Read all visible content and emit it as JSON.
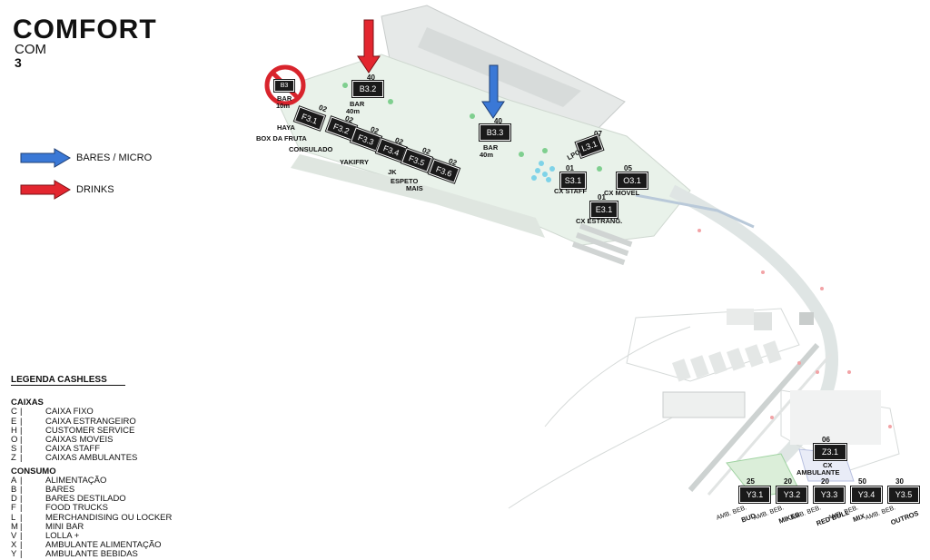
{
  "header": {
    "title": "COMFORT",
    "line1": "COM",
    "line2": "3"
  },
  "legend_arrows": [
    {
      "label": "BARES /  MICRO",
      "color": "#3a78d6"
    },
    {
      "label": "DRINKS",
      "color": "#e3262f"
    }
  ],
  "legend": {
    "title": "LEGENDA CASHLESS",
    "caixas_title": "CAIXAS",
    "caixas": [
      {
        "code": "C",
        "text": "CAIXA FIXO"
      },
      {
        "code": "E",
        "text": "CAIXA ESTRANGEIRO"
      },
      {
        "code": "H",
        "text": "CUSTOMER SERVICE"
      },
      {
        "code": "O",
        "text": "CAIXAS MOVEIS"
      },
      {
        "code": "S",
        "text": "CAIXA STAFF"
      },
      {
        "code": "Z",
        "text": "CAIXAS AMBULANTES"
      }
    ],
    "consumo_title": "CONSUMO",
    "consumo": [
      {
        "code": "A",
        "text": "ALIMENTAÇÃO"
      },
      {
        "code": "B",
        "text": "BARES"
      },
      {
        "code": "D",
        "text": "BARES DESTILADO"
      },
      {
        "code": "F",
        "text": "FOOD TRUCKS"
      },
      {
        "code": "L",
        "text": "MERCHANDISING OU LOCKER"
      },
      {
        "code": "M",
        "text": "MINI BAR"
      },
      {
        "code": "V",
        "text": "LOLLA +"
      },
      {
        "code": "X",
        "text": "AMBULANTE ALIMENTAÇÃO"
      },
      {
        "code": "Y",
        "text": "AMBULANTE BEBIDAS"
      }
    ]
  },
  "map": {
    "crossed_bar": {
      "code": "B3",
      "label1": "BAR",
      "label2": "10m"
    },
    "bars": [
      {
        "code": "B3.2",
        "count": "40",
        "label1": "BAR",
        "label2": "40m"
      },
      {
        "code": "B3.3",
        "count": "40",
        "label1": "BAR",
        "label2": "40m"
      }
    ],
    "food": [
      {
        "code": "F3.1",
        "count": "02",
        "label": "HAYA"
      },
      {
        "code": "F3.2",
        "count": "02",
        "label": "BOX DA FRUTA"
      },
      {
        "code": "F3.3",
        "count": "02",
        "label": "CONSULADO"
      },
      {
        "code": "F3.4",
        "count": "02",
        "label": "YAKIFRY"
      },
      {
        "code": "F3.5",
        "count": "02",
        "label": "JK"
      },
      {
        "code": "F3.6",
        "count": "02",
        "label": "ESPETO"
      },
      {
        "label": "MAIS"
      }
    ],
    "misc": [
      {
        "code": "L3.1",
        "count": "07",
        "label": "LPO"
      },
      {
        "code": "S3.1",
        "count": "01",
        "label": "CX STAFF"
      },
      {
        "code": "O3.1",
        "count": "05",
        "label": "CX MOVEL"
      },
      {
        "code": "E3.1",
        "count": "01",
        "label": "CX ESTRANG."
      },
      {
        "code": "Z3.1",
        "count": "06",
        "label1": "CX",
        "label2": "AMBULANTE"
      }
    ],
    "ambulantes": [
      {
        "code": "Y3.1",
        "count": "25",
        "line1": "AMB. BEB.",
        "line2": "BUD"
      },
      {
        "code": "Y3.2",
        "count": "20",
        "line1": "AMB. BEB.",
        "line2": "MIKES"
      },
      {
        "code": "Y3.3",
        "count": "20",
        "line1": "AMB. BEB.",
        "line2": "RED BULL"
      },
      {
        "code": "Y3.4",
        "count": "50",
        "line1": "AMB. BEB.",
        "line2": "MIX"
      },
      {
        "code": "Y3.5",
        "count": "30",
        "line1": "AMB. BEB.",
        "line2": "OUTROS"
      }
    ]
  }
}
